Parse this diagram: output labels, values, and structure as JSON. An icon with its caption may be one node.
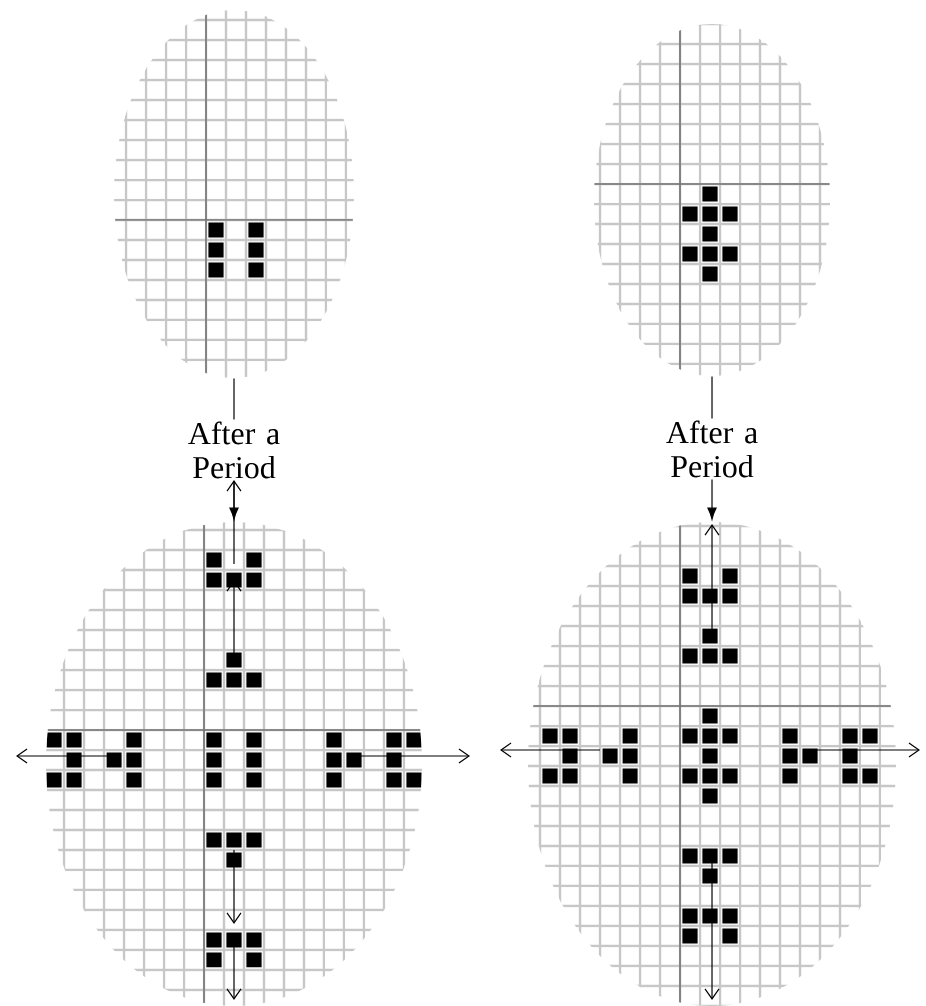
{
  "diagram": {
    "nodes": [
      {
        "text": [],
        "shape": "picture"
      },
      {
        "text": [],
        "shape": "picture"
      },
      {
        "text": [],
        "shape": "picture"
      },
      {
        "text": [],
        "shape": "picture"
      }
    ],
    "edges": [
      {
        "from": 0,
        "to": 2,
        "arrow": "to",
        "label": "After a Period"
      },
      {
        "from": 1,
        "to": 3,
        "arrow": "to",
        "label": "After a Period"
      }
    ]
  }
}
